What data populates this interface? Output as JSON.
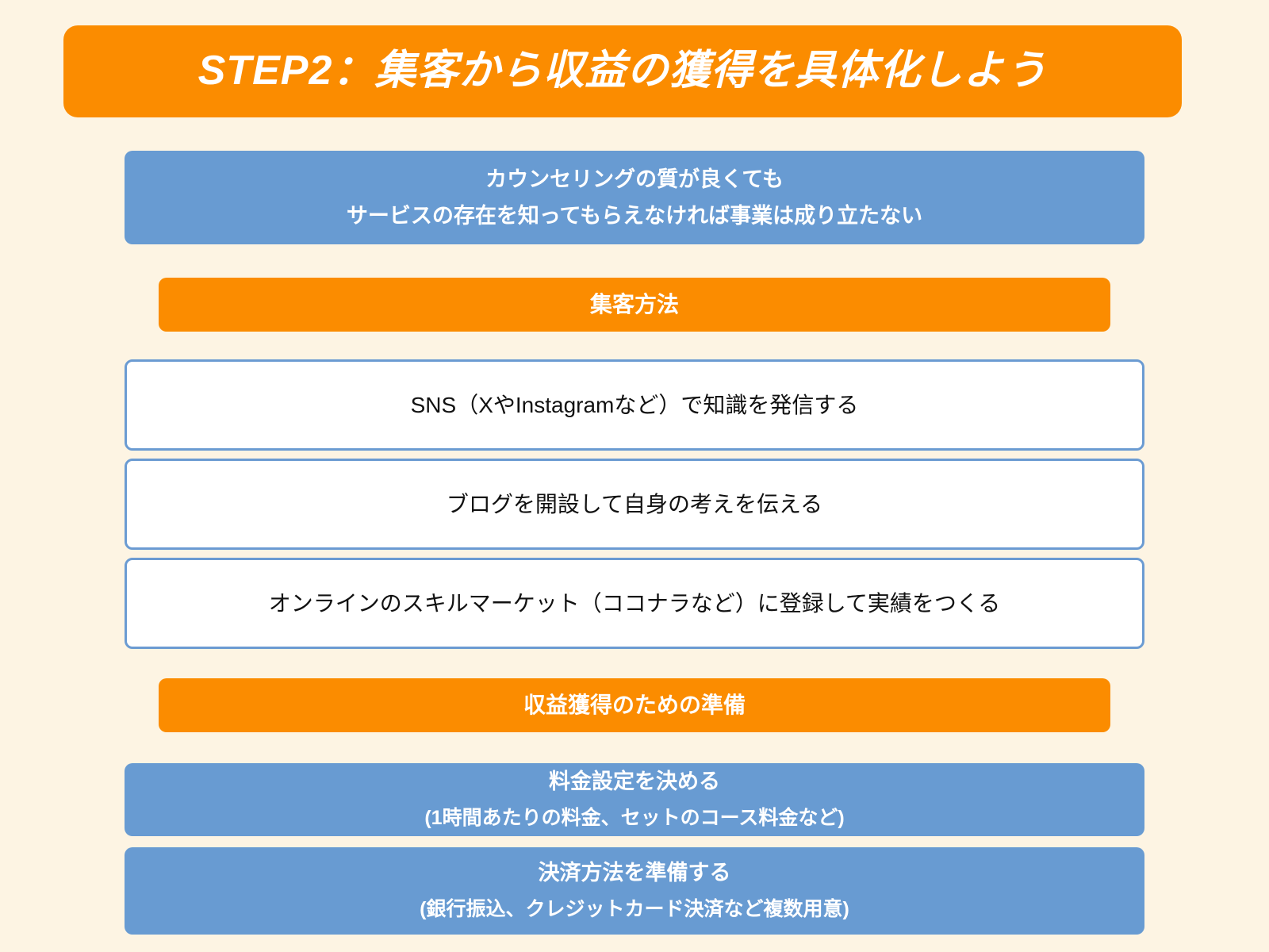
{
  "colors": {
    "background": "#FDF4E3",
    "orange": "#FB8C00",
    "blue": "#689BD2",
    "white": "#FFFFFF",
    "text_dark": "#111111"
  },
  "title": {
    "text": "STEP2：集客から収益の獲得を具体化しよう"
  },
  "statement": {
    "line1": "カウンセリングの質が良くても",
    "line2": "サービスの存在を知ってもらえなければ事業は成り立たない"
  },
  "sections": [
    {
      "header": "集客方法",
      "items": [
        "SNS（XやInstagramなど）で知識を発信する",
        "ブログを開設して自身の考えを伝える",
        "オンラインのスキルマーケット（ココナラなど）に登録して実績をつくる"
      ]
    },
    {
      "header": "収益獲得のための準備",
      "items": [
        {
          "main": "料金設定を決める",
          "sub": "(1時間あたりの料金、セットのコース料金など)"
        },
        {
          "main": "決済方法を準備する",
          "sub": "(銀行振込、クレジットカード決済など複数用意)"
        }
      ]
    }
  ]
}
